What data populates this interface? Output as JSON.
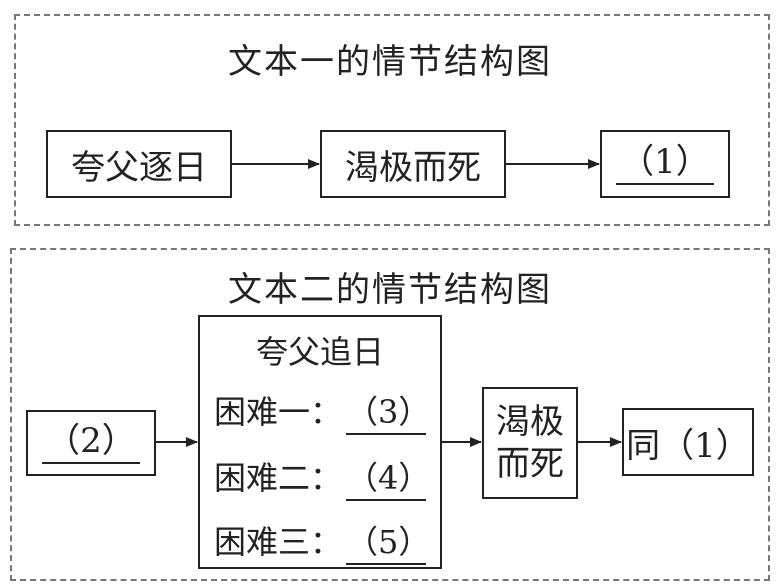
{
  "text1": {
    "title": "文本一的情节结构图",
    "box1": "夸父逐日",
    "box2": "渴极而死",
    "box3": "（1）"
  },
  "text2": {
    "title": "文本二的情节结构图",
    "start": "（2）",
    "main_title": "夸父追日",
    "difficulties": [
      {
        "label": "困难一：",
        "blank": "（3）"
      },
      {
        "label": "困难二：",
        "blank": "（4）"
      },
      {
        "label": "困难三：",
        "blank": "（5）"
      }
    ],
    "death_line1": "渴极",
    "death_line2": "而死",
    "end_prefix": "同",
    "end_blank": "（1）"
  }
}
